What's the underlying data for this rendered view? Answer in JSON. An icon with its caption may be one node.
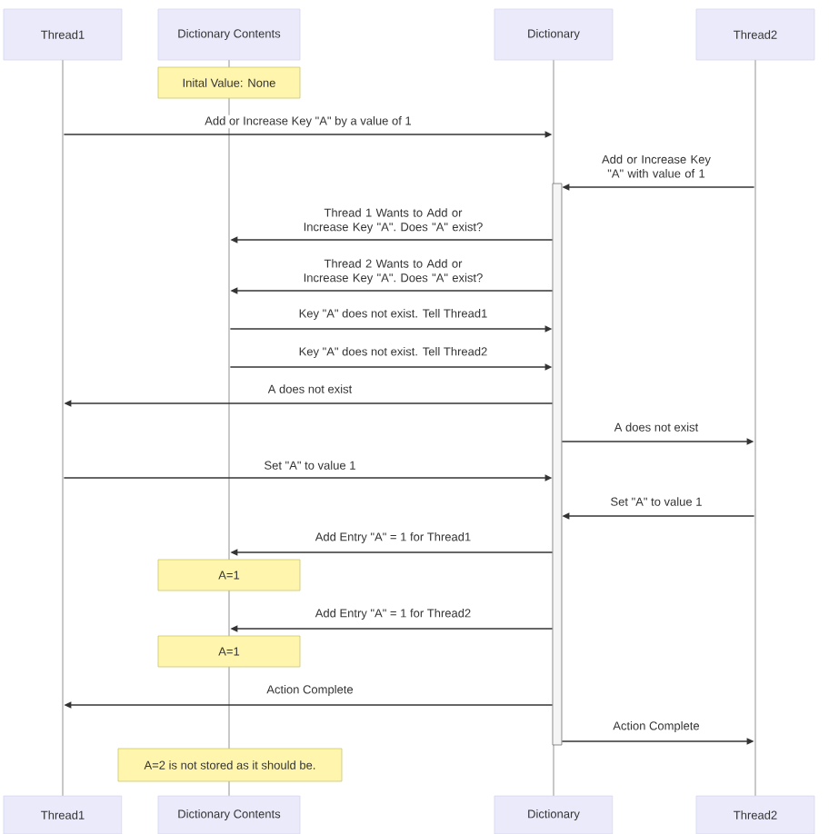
{
  "diagram": {
    "nodes": [
      {
        "text": [
          "Thread1"
        ]
      },
      {
        "text": [
          "Dictionary Contents"
        ]
      },
      {
        "text": [
          "Dictionary"
        ]
      },
      {
        "text": [
          "Thread2"
        ]
      },
      {
        "text": [],
        "shape": "line"
      },
      {
        "text": [],
        "shape": "line"
      },
      {
        "text": [],
        "shape": "line"
      },
      {
        "text": [],
        "shape": "line"
      },
      {
        "text": [],
        "shape": "line"
      },
      {
        "text": [],
        "shape": "line"
      },
      {
        "text": [],
        "shape": "line"
      },
      {
        "text": [],
        "shape": "line"
      },
      {
        "text": [],
        "shape": "bar"
      },
      {
        "text": [
          "Inital Value: None"
        ]
      },
      {
        "text": [
          "A=1"
        ]
      },
      {
        "text": [
          "A=1"
        ]
      },
      {
        "text": [
          "A=2 is not stored as it should be."
        ]
      },
      {
        "text": [
          "Thread1"
        ]
      },
      {
        "text": [
          "Dictionary Contents"
        ]
      },
      {
        "text": [
          "Dictionary"
        ]
      },
      {
        "text": [
          "Thread2"
        ]
      }
    ],
    "edges": [
      {
        "from": 4,
        "to": 10,
        "arrow": "to",
        "label": "Add or Increase Key \"A\" by a value of 1"
      },
      {
        "from": 11,
        "to": 12,
        "arrow": "to",
        "label": "Add or Increase Key \"A\" with value of 1"
      },
      {
        "from": 12,
        "to": 6,
        "arrow": "to",
        "label": "Thread 1 Wants to Add or Increase Key \"A\". Does \"A\" exist?"
      },
      {
        "from": 12,
        "to": 6,
        "arrow": "to",
        "label": "Thread 2 Wants to Add or Increase Key \"A\". Does \"A\" exist?"
      },
      {
        "from": 6,
        "to": 12,
        "arrow": "to",
        "label": "Key \"A\" does not exist. Tell Thread1"
      },
      {
        "from": 6,
        "to": 12,
        "arrow": "to",
        "label": "Key \"A\" does not exist. Tell Thread2"
      },
      {
        "from": 12,
        "to": 4,
        "arrow": "to",
        "label": "A does not exist"
      },
      {
        "from": 12,
        "to": 11,
        "arrow": "to",
        "label": "A does not exist"
      },
      {
        "from": 4,
        "to": 12,
        "arrow": "to",
        "label": "Set \"A\" to value 1"
      },
      {
        "from": 11,
        "to": 12,
        "arrow": "to",
        "label": "Set \"A\" to value 1"
      },
      {
        "from": 12,
        "to": 6,
        "arrow": "to",
        "label": "Add Entry \"A\" = 1 for Thread1"
      },
      {
        "from": 12,
        "to": 7,
        "arrow": "to",
        "label": "Add Entry \"A\" = 1 for Thread2"
      },
      {
        "from": 12,
        "to": 4,
        "arrow": "to",
        "label": "Action Complete"
      },
      {
        "from": 12,
        "to": 11,
        "arrow": "to",
        "label": "Action Complete"
      }
    ]
  }
}
